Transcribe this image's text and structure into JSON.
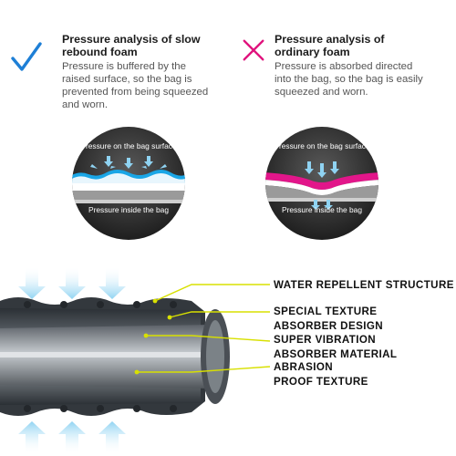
{
  "slow_rebound": {
    "title": "Pressure analysis of slow rebound foam",
    "description": "Pressure is buffered by the raised surface, so the bag is prevented from being squeezed and worn.",
    "mark_icon": "checkmark-icon",
    "accent_color": "#1e7fd6",
    "diagram": {
      "top_label": "Pressure on the bag surface",
      "bottom_label": "Pressure inside the bag",
      "band_color": "#1aa6e6"
    }
  },
  "ordinary_foam": {
    "title": "Pressure analysis of ordinary foam",
    "description": "Pressure is absorbed directed into the bag, so the bag is easily squeezed and worn.",
    "mark_icon": "cross-icon",
    "accent_color": "#e0137d",
    "diagram": {
      "top_label": "Pressure on the bag surface",
      "bottom_label": "Pressure inside the bag",
      "band_color": "#e2168a"
    }
  },
  "features": [
    "WATER REPELLENT STRUCTURE",
    "SPECIAL TEXTURE\nABSORBER DESIGN",
    "SUPER VIBRATION\nABSORBER MATERIAL",
    "ABRASION\nPROOF TEXTURE"
  ],
  "colors": {
    "leader_line": "#d8e000",
    "arrow": "#9fd6ee",
    "tube_dark": "#3a3f44"
  }
}
